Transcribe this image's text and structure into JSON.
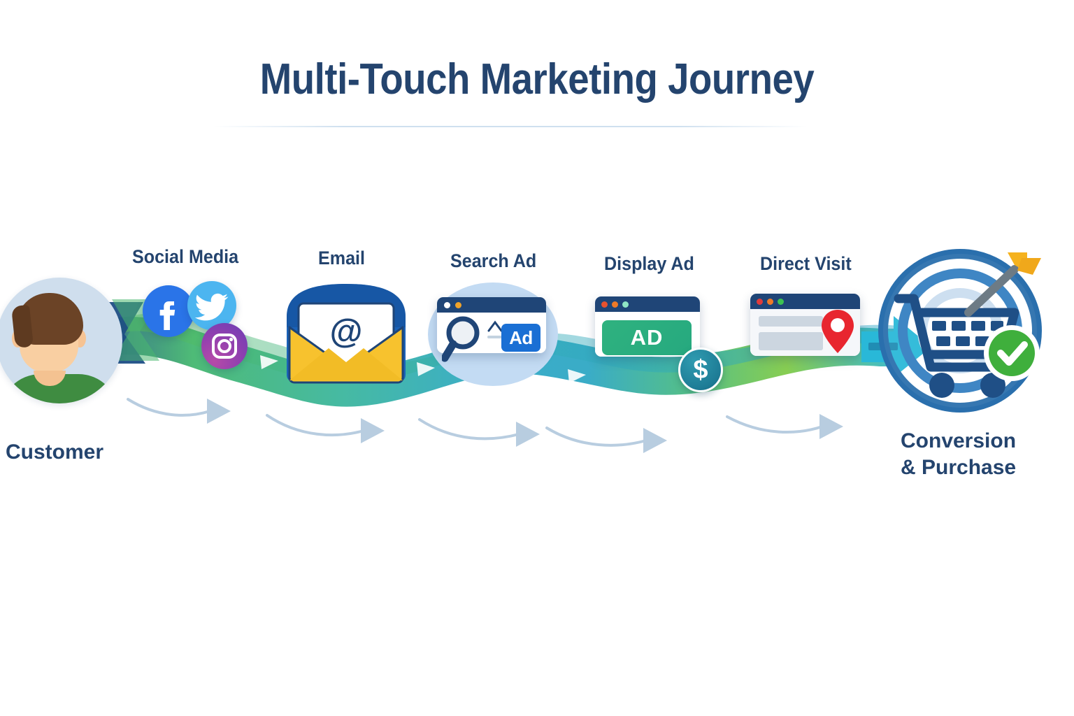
{
  "page": {
    "title": "Multi-Touch Marketing Journey",
    "background_color": "#ffffff",
    "accent_navy": "#24446e",
    "arrow_color": "#b8cde0"
  },
  "start": {
    "label": "Customer",
    "icon": "user-avatar-icon",
    "avatar_circle_color": "#cfdeed",
    "shirt_color": "#3f8c41",
    "hair_color": "#6b4326"
  },
  "touchpoints": [
    {
      "label": "Social Media",
      "icon": "social-media-icons",
      "platforms": [
        {
          "name": "facebook-icon",
          "glyph": "f",
          "color": "#2a74e8"
        },
        {
          "name": "twitter-icon",
          "glyph": "bird",
          "color": "#4cb5f0"
        },
        {
          "name": "instagram-icon",
          "glyph": "camera",
          "color": "#8e3fb0"
        }
      ]
    },
    {
      "label": "Email",
      "icon": "envelope-icon",
      "envelope_back_color": "#1a62b8",
      "envelope_front_color": "#f7c22e",
      "letter_symbol": "@"
    },
    {
      "label": "Search Ad",
      "icon": "search-browser-icon",
      "badge_text": "Ad",
      "badge_color": "#1a6fd4",
      "backdrop_color": "#c3dbf3",
      "window_dots": [
        "#ffffff",
        "#f0a32a"
      ]
    },
    {
      "label": "Display Ad",
      "icon": "display-ad-browser-icon",
      "banner_text": "AD",
      "banner_color": "#2aae7e",
      "coin_symbol": "$",
      "coin_color": "#1e7c96",
      "window_dots": [
        "#e8522f",
        "#ef7a28",
        "#8fe6c4"
      ]
    },
    {
      "label": "Direct Visit",
      "icon": "location-pin-browser-icon",
      "pin_color": "#e8262f",
      "window_dots": [
        "#e03b3b",
        "#ef7a28",
        "#3cc252"
      ]
    }
  ],
  "end": {
    "label_line1": "Conversion",
    "label_line2": "& Purchase",
    "icon": "target-cart-icon",
    "target_ring_color": "#2a6fad",
    "cart_color": "#1f4f86",
    "check_color": "#3faf3c",
    "arrow_color": "#f5b21e",
    "inbound_arrow_color": "#29b8d8"
  },
  "flow": {
    "ribbon_colors": [
      "#1f4f86",
      "#2aa9a0",
      "#3fb56b",
      "#7dc943",
      "#2ab5cf"
    ],
    "connector_arrow_count": 5,
    "connector_arrow_color": "#b8cde0"
  }
}
